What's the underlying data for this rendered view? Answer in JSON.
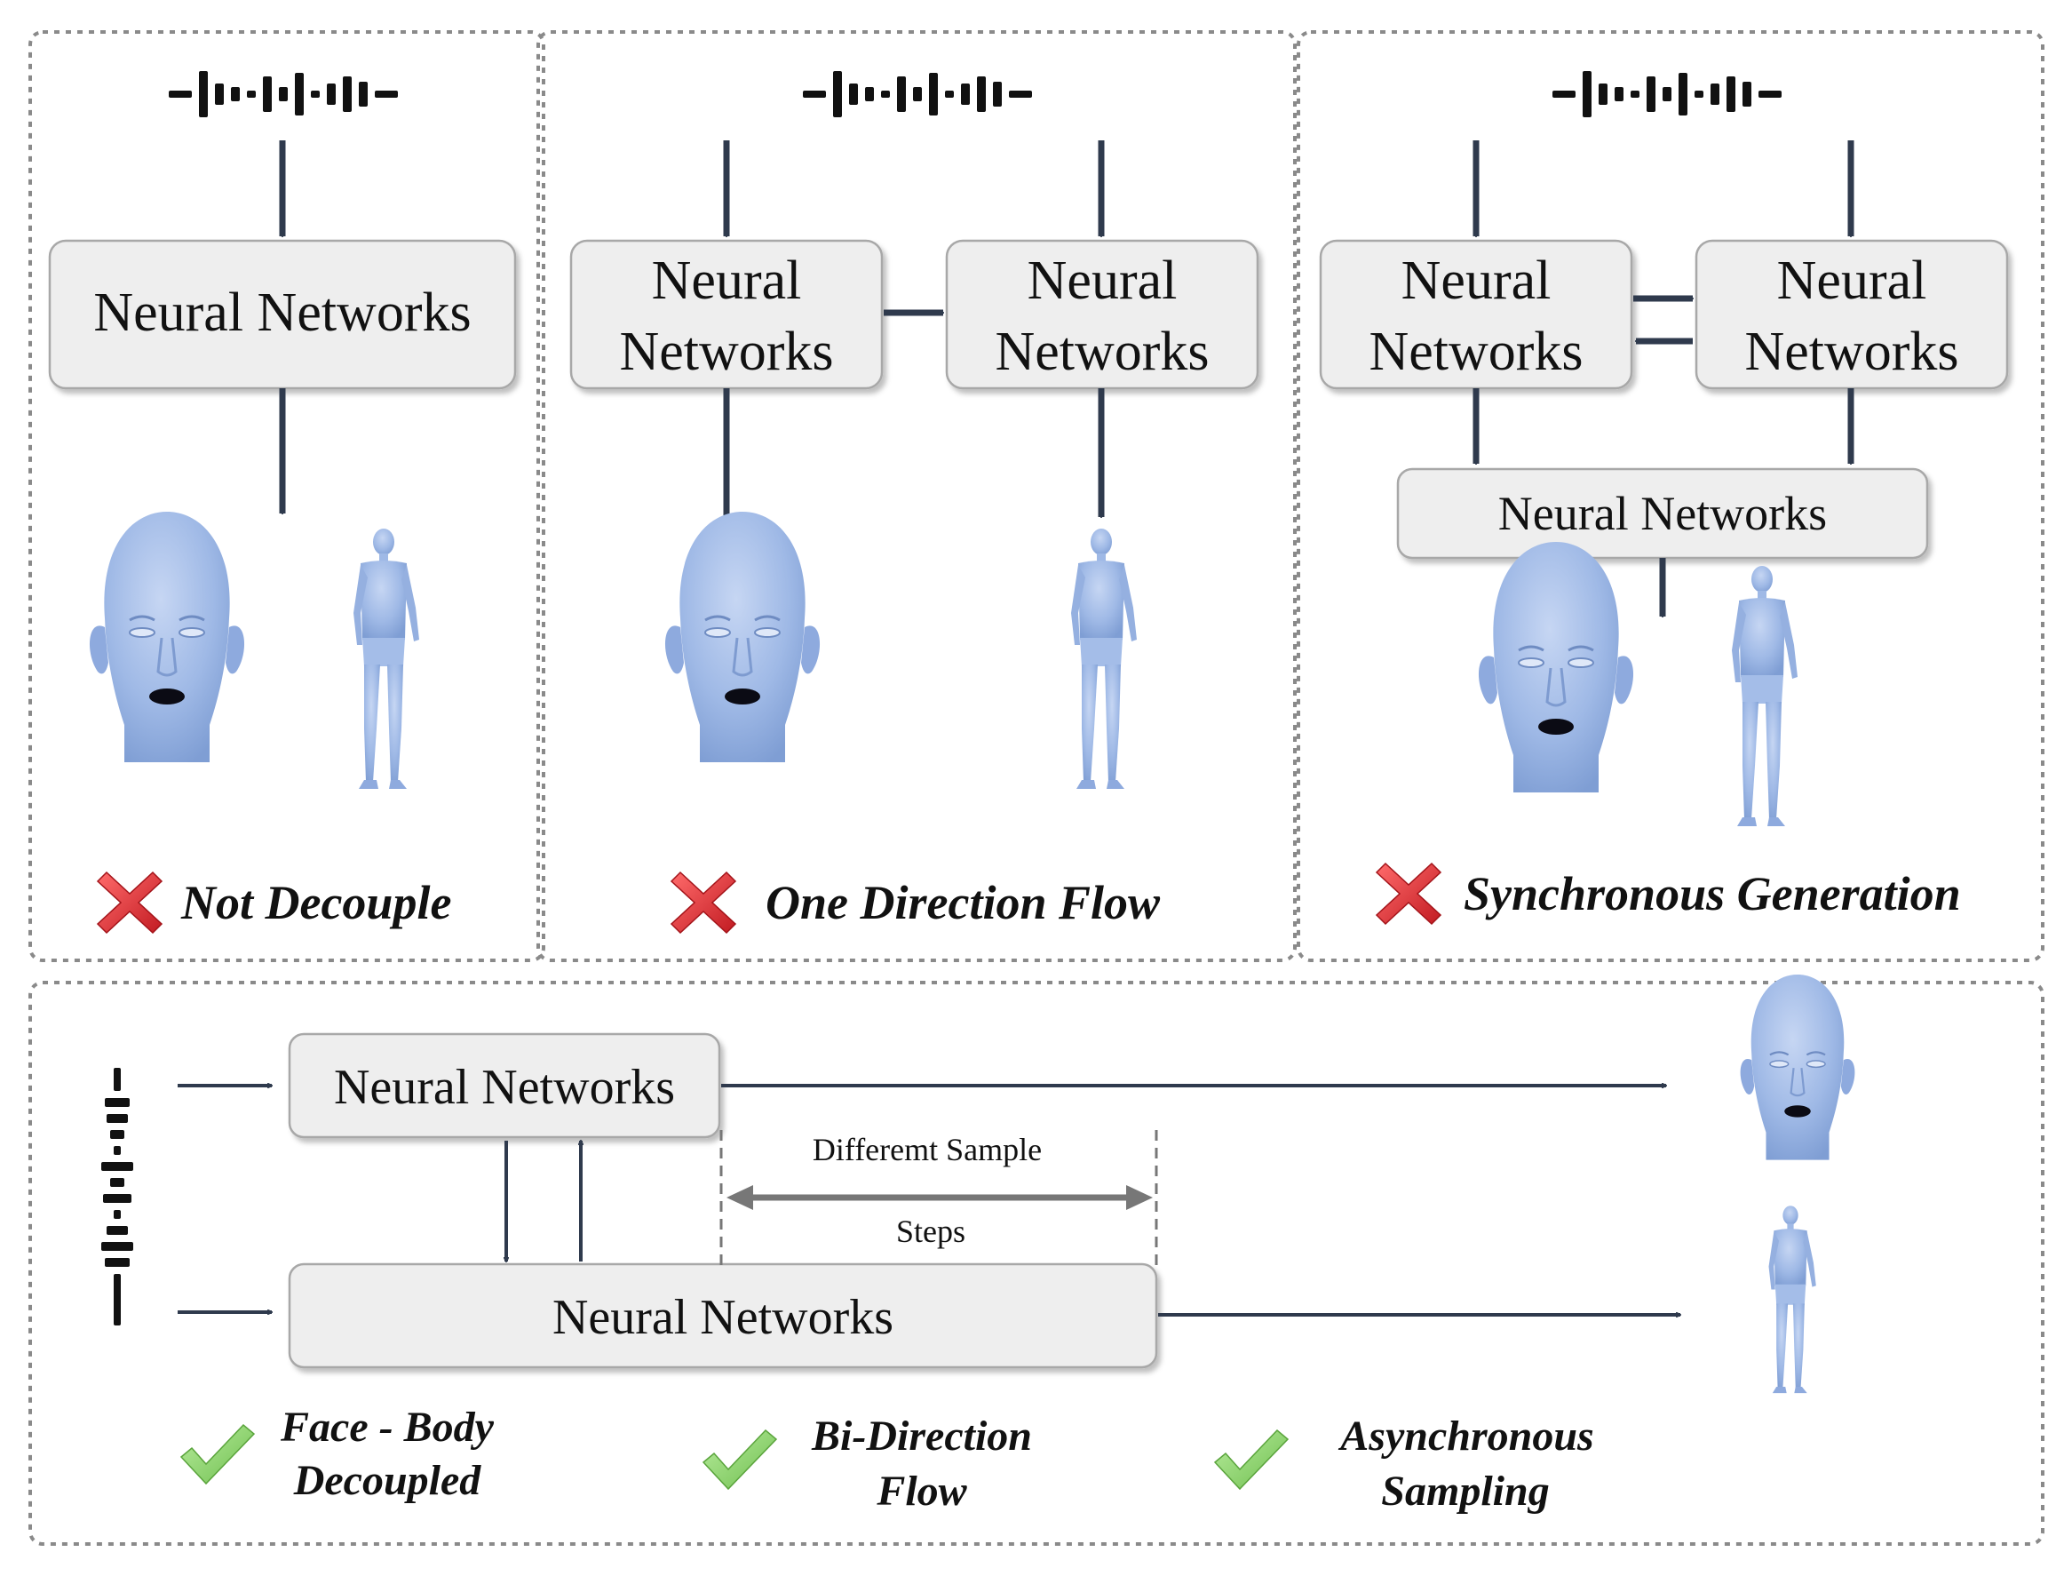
{
  "colors": {
    "arrow": "#2f3a4d",
    "box_fill": "#eeeeee",
    "box_stroke": "#a8a8a8",
    "panel_border": "#8a8a8a",
    "cross": "#d8232a",
    "check": "#8bd36b",
    "mesh": "#9fb9e6",
    "double_arrow": "#777777"
  },
  "icons": {
    "audio": "audio-waveform-icon",
    "cross": "red-cross-icon",
    "check": "green-check-icon",
    "face": "face-mesh-icon",
    "body": "body-mesh-icon"
  },
  "panel1": {
    "box_label": "Neural Networks",
    "caption": "Not Decouple"
  },
  "panel2": {
    "left_box_line1": "Neural",
    "left_box_line2": "Networks",
    "right_box_line1": "Neural",
    "right_box_line2": "Networks",
    "caption": "One Direction Flow"
  },
  "panel3": {
    "left_box_line1": "Neural",
    "left_box_line2": "Networks",
    "right_box_line1": "Neural",
    "right_box_line2": "Networks",
    "bottom_box_label": "Neural Networks",
    "caption": "Synchronous Generation"
  },
  "panel4": {
    "top_box_label": "Neural Networks",
    "bottom_box_label": "Neural Networks",
    "steps_line1": "Differemt Sample",
    "steps_line2": "Steps",
    "check1_line1": "Face - Body",
    "check1_line2": "Decoupled",
    "check2_line1": "Bi-Direction",
    "check2_line2": "Flow",
    "check3_line1": "Asynchronous",
    "check3_line2": "Sampling"
  }
}
